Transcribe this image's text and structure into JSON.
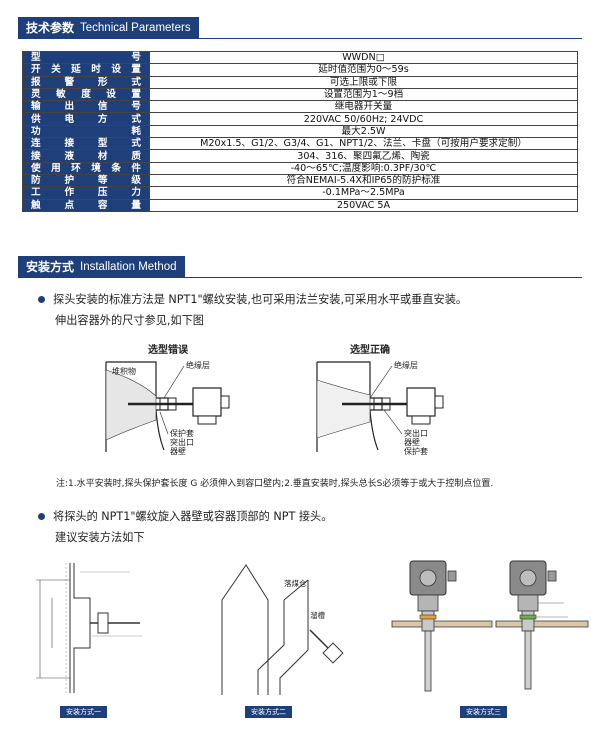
{
  "tech": {
    "title_cn": "技术参数",
    "title_en": "Technical Parameters",
    "rows": [
      {
        "k": "型号",
        "v": "WWDN□"
      },
      {
        "k": "开关延时设置",
        "v": "延时值范围为0～59s"
      },
      {
        "k": "报警形式",
        "v": "可选上限或下限"
      },
      {
        "k": "灵敏度设置",
        "v": "设置范围为1～9档"
      },
      {
        "k": "输出信号",
        "v": "继电器开关量"
      },
      {
        "k": "供电方式",
        "v": "220VAC 50/60Hz; 24VDC"
      },
      {
        "k": "功耗",
        "v": "最大2.5W"
      },
      {
        "k": "连接型式",
        "v": "M20x1.5、G1/2、G3/4、G1、NPT1/2、法兰、卡盘（可按用户要求定制）"
      },
      {
        "k": "接液材质",
        "v": "304、316、聚四氟乙烯、陶瓷"
      },
      {
        "k": "使用环境条件",
        "v": "-40～65℃;温度影响:0.3PF/30℃"
      },
      {
        "k": "防护等级",
        "v": "符合NEMAI-5.4X和IP65的防护标准"
      },
      {
        "k": "工作压力",
        "v": "-0.1MPa～2.5MPa"
      },
      {
        "k": "触点容量",
        "v": "250VAC 5A"
      }
    ]
  },
  "install": {
    "title_cn": "安装方式",
    "title_en": "Installation Method",
    "bullet1": "探头安装的标准方法是 NPT1\"螺纹安装,也可采用法兰安装,可采用水平或垂直安装。",
    "bullet1_sub": "伸出容器外的尺寸参见,如下图",
    "wrong": {
      "title": "选型错误",
      "label_pile": "堆积物",
      "label_insul": "绝缘层",
      "label_sleeve": "保护套",
      "label_outlet": "突出口",
      "label_wall": "器壁"
    },
    "right": {
      "title": "选型正确",
      "label_insul": "绝缘层",
      "label_outlet": "突出口",
      "label_wall": "器壁",
      "label_sleeve": "保护套"
    },
    "note": "注:1.水平安装时,探头保护套长度 G 必须伸入到容口壁内;2.垂直安装时,探头总长S必须等于或大于控制点位置.",
    "bullet2": "将探头的 NPT1\"螺纹旋入器壁或容器顶部的 NPT 接头。",
    "bullet2_sub": "建议安装方法如下",
    "fig2_label_a": "落煤仓",
    "fig2_label_b": "溜槽",
    "captions": [
      "安装方式一",
      "安装方式二",
      "安装方式三"
    ]
  }
}
